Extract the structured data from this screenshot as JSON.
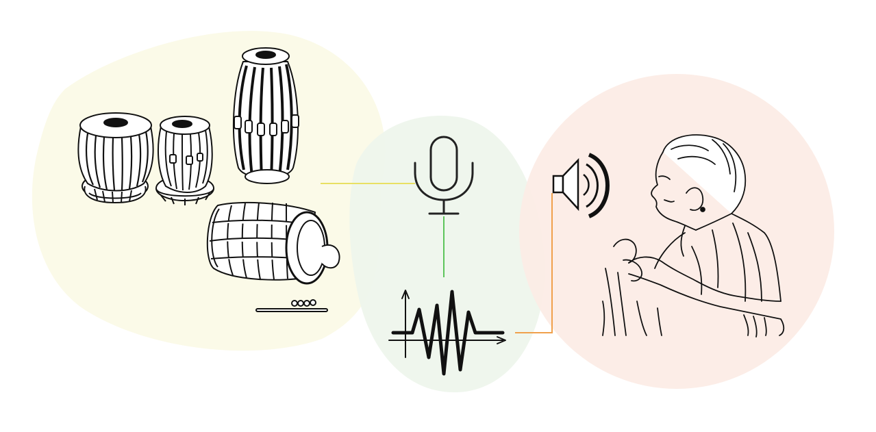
{
  "diagram": {
    "nodes": [
      {
        "id": "instruments",
        "icon": "drum-instruments-illustration",
        "region_color": "#fbfae8"
      },
      {
        "id": "recording",
        "icon": "microphone-icon",
        "region_color": "#eef5ec"
      },
      {
        "id": "signal",
        "icon": "waveform-icon",
        "region_color": "#eef5ec"
      },
      {
        "id": "playback",
        "icon": "speaker-icon",
        "region_color": "#fcece5"
      },
      {
        "id": "listener",
        "icon": "listener-illustration",
        "region_color": "#fcece5"
      }
    ],
    "edges": [
      {
        "from": "instruments",
        "to": "recording",
        "color": "#e8e063"
      },
      {
        "from": "recording",
        "to": "signal",
        "color": "#5cc45a"
      },
      {
        "from": "signal",
        "to": "playback",
        "color": "#f0a04b"
      }
    ]
  }
}
